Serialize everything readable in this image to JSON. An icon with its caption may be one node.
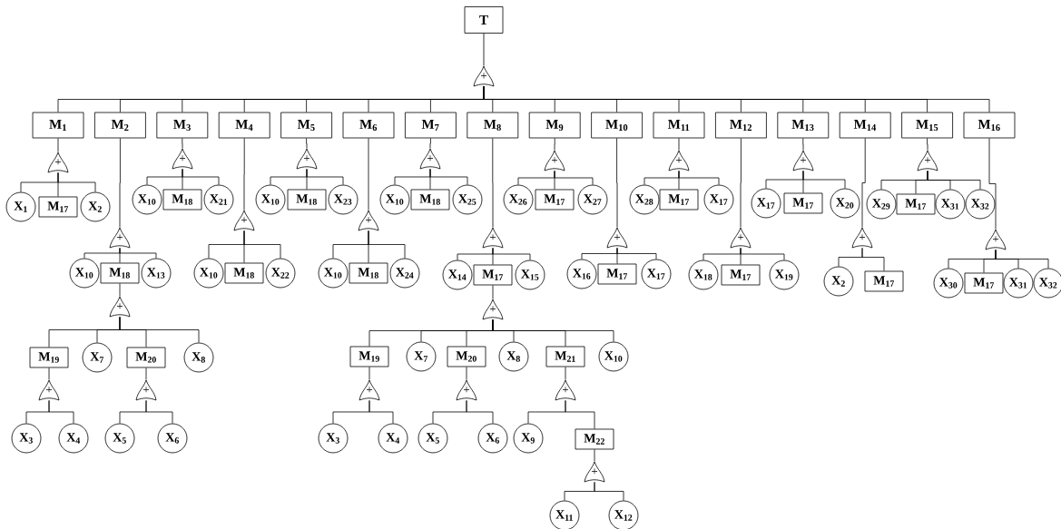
{
  "diagram": {
    "nodes": [
      {
        "text": [
          "T"
        ]
      },
      {
        "text": [
          "+"
        ]
      },
      {
        "text": [
          "M$_{1}$"
        ]
      },
      {
        "text": [
          "M$_{2}$"
        ]
      },
      {
        "text": [
          "M$_{3}$"
        ]
      },
      {
        "text": [
          "M$_{4}$"
        ]
      },
      {
        "text": [
          "M$_{5}$"
        ]
      },
      {
        "text": [
          "M$_{6}$"
        ]
      },
      {
        "text": [
          "M$_{7}$"
        ]
      },
      {
        "text": [
          "M$_{8}$"
        ]
      },
      {
        "text": [
          "M$_{9}$"
        ]
      },
      {
        "text": [
          "M$_{10}$"
        ]
      },
      {
        "text": [
          "M$_{11}$"
        ]
      },
      {
        "text": [
          "M$_{12}$"
        ]
      },
      {
        "text": [
          "M$_{13}$"
        ]
      },
      {
        "text": [
          "M$_{14}$"
        ]
      },
      {
        "text": [
          "M$_{15}$"
        ]
      },
      {
        "text": [
          "M$_{16}$"
        ]
      },
      {
        "text": [
          "+"
        ]
      },
      {
        "text": [
          "X$_{1}$"
        ]
      },
      {
        "text": [
          "M$_{17}$"
        ]
      },
      {
        "text": [
          "X$_{2}$"
        ]
      },
      {
        "text": [
          "+"
        ]
      },
      {
        "text": [
          "X$_{10}$"
        ]
      },
      {
        "text": [
          "M$_{18}$"
        ]
      },
      {
        "text": [
          "X$_{13}$"
        ]
      },
      {
        "text": [
          "+"
        ]
      },
      {
        "text": [
          "M$_{19}$"
        ]
      },
      {
        "text": [
          "X$_{7}$"
        ]
      },
      {
        "text": [
          "M$_{20}$"
        ]
      },
      {
        "text": [
          "X$_{8}$"
        ]
      },
      {
        "text": [
          "+"
        ]
      },
      {
        "text": [
          "X$_{3}$"
        ]
      },
      {
        "text": [
          "X$_{4}$"
        ]
      },
      {
        "text": [
          "+"
        ]
      },
      {
        "text": [
          "X$_{5}$"
        ]
      },
      {
        "text": [
          "X$_{6}$"
        ]
      },
      {
        "text": [
          "+"
        ]
      },
      {
        "text": [
          "X$_{10}$"
        ]
      },
      {
        "text": [
          "M$_{18}$"
        ]
      },
      {
        "text": [
          "X$_{21}$"
        ]
      },
      {
        "text": [
          "+"
        ]
      },
      {
        "text": [
          "X$_{10}$"
        ]
      },
      {
        "text": [
          "M$_{18}$"
        ]
      },
      {
        "text": [
          "X$_{22}$"
        ]
      },
      {
        "text": [
          "+"
        ]
      },
      {
        "text": [
          "X$_{10}$"
        ]
      },
      {
        "text": [
          "M$_{18}$"
        ]
      },
      {
        "text": [
          "X$_{23}$"
        ]
      },
      {
        "text": [
          "+"
        ]
      },
      {
        "text": [
          "X$_{10}$"
        ]
      },
      {
        "text": [
          "M$_{18}$"
        ]
      },
      {
        "text": [
          "X$_{24}$"
        ]
      },
      {
        "text": [
          "+"
        ]
      },
      {
        "text": [
          "X$_{10}$"
        ]
      },
      {
        "text": [
          "M$_{18}$"
        ]
      },
      {
        "text": [
          "X$_{25}$"
        ]
      },
      {
        "text": [
          "+"
        ]
      },
      {
        "text": [
          "X$_{14}$"
        ]
      },
      {
        "text": [
          "M$_{17}$"
        ]
      },
      {
        "text": [
          "X$_{15}$"
        ]
      },
      {
        "text": [
          "+"
        ]
      },
      {
        "text": [
          "M$_{19}$"
        ]
      },
      {
        "text": [
          "X$_{7}$"
        ]
      },
      {
        "text": [
          "M$_{20}$"
        ]
      },
      {
        "text": [
          "X$_{8}$"
        ]
      },
      {
        "text": [
          "M$_{21}$"
        ]
      },
      {
        "text": [
          "X$_{10}$"
        ]
      },
      {
        "text": [
          "+"
        ]
      },
      {
        "text": [
          "X$_{3}$"
        ]
      },
      {
        "text": [
          "X$_{4}$"
        ]
      },
      {
        "text": [
          "+"
        ]
      },
      {
        "text": [
          "X$_{5}$"
        ]
      },
      {
        "text": [
          "X$_{6}$"
        ]
      },
      {
        "text": [
          "+"
        ]
      },
      {
        "text": [
          "X$_{9}$"
        ]
      },
      {
        "text": [
          "M$_{22}$"
        ]
      },
      {
        "text": [
          "+"
        ]
      },
      {
        "text": [
          "X$_{11}$"
        ]
      },
      {
        "text": [
          "X$_{12}$"
        ]
      },
      {
        "text": [
          "+"
        ]
      },
      {
        "text": [
          "X$_{26}$"
        ]
      },
      {
        "text": [
          "M$_{17}$"
        ]
      },
      {
        "text": [
          "X$_{27}$"
        ]
      },
      {
        "text": [
          "+"
        ]
      },
      {
        "text": [
          "X$_{16}$"
        ]
      },
      {
        "text": [
          "M$_{17}$"
        ]
      },
      {
        "text": [
          "X$_{17}$"
        ]
      },
      {
        "text": [
          "+"
        ]
      },
      {
        "text": [
          "X$_{28}$"
        ]
      },
      {
        "text": [
          "M$_{17}$"
        ]
      },
      {
        "text": [
          "X$_{17}$"
        ]
      },
      {
        "text": [
          "+"
        ]
      },
      {
        "text": [
          "X$_{18}$"
        ]
      },
      {
        "text": [
          "M$_{17}$"
        ]
      },
      {
        "text": [
          "X$_{19}$"
        ]
      },
      {
        "text": [
          "+"
        ]
      },
      {
        "text": [
          "X$_{17}$"
        ]
      },
      {
        "text": [
          "M$_{17}$"
        ]
      },
      {
        "text": [
          "X$_{20}$"
        ]
      },
      {
        "text": [
          "+"
        ]
      },
      {
        "text": [
          "X$_{2}$"
        ]
      },
      {
        "text": [
          "M$_{17}$"
        ]
      },
      {
        "text": [
          "+"
        ]
      },
      {
        "text": [
          "X$_{29}$"
        ]
      },
      {
        "text": [
          "M$_{17}$"
        ]
      },
      {
        "text": [
          "X$_{31}$"
        ]
      },
      {
        "text": [
          "X$_{32}$"
        ]
      },
      {
        "text": [
          "+"
        ]
      },
      {
        "text": [
          "X$_{30}$"
        ]
      },
      {
        "text": [
          "M$_{17}$"
        ]
      },
      {
        "text": [
          "X$_{31}$"
        ]
      },
      {
        "text": [
          "X$_{32}$"
        ]
      }
    ],
    "edges": [
      {
        "from": 0,
        "to": 1,
        "arrow": "none"
      },
      {
        "from": 1,
        "to": 2,
        "arrow": "none"
      },
      {
        "from": 1,
        "to": 3,
        "arrow": "none"
      },
      {
        "from": 1,
        "to": 4,
        "arrow": "none"
      },
      {
        "from": 1,
        "to": 5,
        "arrow": "none"
      },
      {
        "from": 1,
        "to": 6,
        "arrow": "none"
      },
      {
        "from": 1,
        "to": 7,
        "arrow": "none"
      },
      {
        "from": 1,
        "to": 8,
        "arrow": "none"
      },
      {
        "from": 1,
        "to": 9,
        "arrow": "none"
      },
      {
        "from": 1,
        "to": 10,
        "arrow": "none"
      },
      {
        "from": 1,
        "to": 11,
        "arrow": "none"
      },
      {
        "from": 1,
        "to": 12,
        "arrow": "none"
      },
      {
        "from": 1,
        "to": 13,
        "arrow": "none"
      },
      {
        "from": 1,
        "to": 14,
        "arrow": "none"
      },
      {
        "from": 1,
        "to": 15,
        "arrow": "none"
      },
      {
        "from": 1,
        "to": 16,
        "arrow": "none"
      },
      {
        "from": 1,
        "to": 17,
        "arrow": "none"
      },
      {
        "from": 2,
        "to": 18,
        "arrow": "none"
      },
      {
        "from": 18,
        "to": 19,
        "arrow": "none"
      },
      {
        "from": 18,
        "to": 20,
        "arrow": "none"
      },
      {
        "from": 18,
        "to": 21,
        "arrow": "none"
      },
      {
        "from": 3,
        "to": 22,
        "arrow": "none"
      },
      {
        "from": 22,
        "to": 23,
        "arrow": "none"
      },
      {
        "from": 22,
        "to": 24,
        "arrow": "none"
      },
      {
        "from": 22,
        "to": 25,
        "arrow": "none"
      },
      {
        "from": 24,
        "to": 26,
        "arrow": "none"
      },
      {
        "from": 26,
        "to": 27,
        "arrow": "none"
      },
      {
        "from": 26,
        "to": 28,
        "arrow": "none"
      },
      {
        "from": 26,
        "to": 29,
        "arrow": "none"
      },
      {
        "from": 26,
        "to": 30,
        "arrow": "none"
      },
      {
        "from": 27,
        "to": 31,
        "arrow": "none"
      },
      {
        "from": 31,
        "to": 32,
        "arrow": "none"
      },
      {
        "from": 31,
        "to": 33,
        "arrow": "none"
      },
      {
        "from": 29,
        "to": 34,
        "arrow": "none"
      },
      {
        "from": 34,
        "to": 35,
        "arrow": "none"
      },
      {
        "from": 34,
        "to": 36,
        "arrow": "none"
      },
      {
        "from": 4,
        "to": 37,
        "arrow": "none"
      },
      {
        "from": 37,
        "to": 38,
        "arrow": "none"
      },
      {
        "from": 37,
        "to": 39,
        "arrow": "none"
      },
      {
        "from": 37,
        "to": 40,
        "arrow": "none"
      },
      {
        "from": 5,
        "to": 41,
        "arrow": "none"
      },
      {
        "from": 41,
        "to": 42,
        "arrow": "none"
      },
      {
        "from": 41,
        "to": 43,
        "arrow": "none"
      },
      {
        "from": 41,
        "to": 44,
        "arrow": "none"
      },
      {
        "from": 6,
        "to": 45,
        "arrow": "none"
      },
      {
        "from": 45,
        "to": 46,
        "arrow": "none"
      },
      {
        "from": 45,
        "to": 47,
        "arrow": "none"
      },
      {
        "from": 45,
        "to": 48,
        "arrow": "none"
      },
      {
        "from": 7,
        "to": 49,
        "arrow": "none"
      },
      {
        "from": 49,
        "to": 50,
        "arrow": "none"
      },
      {
        "from": 49,
        "to": 51,
        "arrow": "none"
      },
      {
        "from": 49,
        "to": 52,
        "arrow": "none"
      },
      {
        "from": 8,
        "to": 53,
        "arrow": "none"
      },
      {
        "from": 53,
        "to": 54,
        "arrow": "none"
      },
      {
        "from": 53,
        "to": 55,
        "arrow": "none"
      },
      {
        "from": 53,
        "to": 56,
        "arrow": "none"
      },
      {
        "from": 9,
        "to": 57,
        "arrow": "none"
      },
      {
        "from": 57,
        "to": 58,
        "arrow": "none"
      },
      {
        "from": 57,
        "to": 59,
        "arrow": "none"
      },
      {
        "from": 57,
        "to": 60,
        "arrow": "none"
      },
      {
        "from": 59,
        "to": 61,
        "arrow": "none"
      },
      {
        "from": 61,
        "to": 62,
        "arrow": "none"
      },
      {
        "from": 61,
        "to": 63,
        "arrow": "none"
      },
      {
        "from": 61,
        "to": 64,
        "arrow": "none"
      },
      {
        "from": 61,
        "to": 65,
        "arrow": "none"
      },
      {
        "from": 61,
        "to": 66,
        "arrow": "none"
      },
      {
        "from": 61,
        "to": 67,
        "arrow": "none"
      },
      {
        "from": 62,
        "to": 68,
        "arrow": "none"
      },
      {
        "from": 68,
        "to": 69,
        "arrow": "none"
      },
      {
        "from": 68,
        "to": 70,
        "arrow": "none"
      },
      {
        "from": 64,
        "to": 71,
        "arrow": "none"
      },
      {
        "from": 71,
        "to": 72,
        "arrow": "none"
      },
      {
        "from": 71,
        "to": 73,
        "arrow": "none"
      },
      {
        "from": 66,
        "to": 74,
        "arrow": "none"
      },
      {
        "from": 74,
        "to": 75,
        "arrow": "none"
      },
      {
        "from": 74,
        "to": 76,
        "arrow": "none"
      },
      {
        "from": 76,
        "to": 77,
        "arrow": "none"
      },
      {
        "from": 77,
        "to": 78,
        "arrow": "none"
      },
      {
        "from": 77,
        "to": 79,
        "arrow": "none"
      },
      {
        "from": 10,
        "to": 80,
        "arrow": "none"
      },
      {
        "from": 80,
        "to": 81,
        "arrow": "none"
      },
      {
        "from": 80,
        "to": 82,
        "arrow": "none"
      },
      {
        "from": 80,
        "to": 83,
        "arrow": "none"
      },
      {
        "from": 11,
        "to": 84,
        "arrow": "none"
      },
      {
        "from": 84,
        "to": 85,
        "arrow": "none"
      },
      {
        "from": 84,
        "to": 86,
        "arrow": "none"
      },
      {
        "from": 84,
        "to": 87,
        "arrow": "none"
      },
      {
        "from": 12,
        "to": 88,
        "arrow": "none"
      },
      {
        "from": 88,
        "to": 89,
        "arrow": "none"
      },
      {
        "from": 88,
        "to": 90,
        "arrow": "none"
      },
      {
        "from": 88,
        "to": 91,
        "arrow": "none"
      },
      {
        "from": 13,
        "to": 92,
        "arrow": "none"
      },
      {
        "from": 92,
        "to": 93,
        "arrow": "none"
      },
      {
        "from": 92,
        "to": 94,
        "arrow": "none"
      },
      {
        "from": 92,
        "to": 95,
        "arrow": "none"
      },
      {
        "from": 14,
        "to": 96,
        "arrow": "none"
      },
      {
        "from": 96,
        "to": 97,
        "arrow": "none"
      },
      {
        "from": 96,
        "to": 98,
        "arrow": "none"
      },
      {
        "from": 96,
        "to": 99,
        "arrow": "none"
      },
      {
        "from": 15,
        "to": 100,
        "arrow": "none"
      },
      {
        "from": 100,
        "to": 101,
        "arrow": "none"
      },
      {
        "from": 100,
        "to": 102,
        "arrow": "none"
      },
      {
        "from": 16,
        "to": 103,
        "arrow": "none"
      },
      {
        "from": 103,
        "to": 104,
        "arrow": "none"
      },
      {
        "from": 103,
        "to": 105,
        "arrow": "none"
      },
      {
        "from": 103,
        "to": 106,
        "arrow": "none"
      },
      {
        "from": 103,
        "to": 107,
        "arrow": "none"
      },
      {
        "from": 17,
        "to": 108,
        "arrow": "none"
      },
      {
        "from": 108,
        "to": 109,
        "arrow": "none"
      },
      {
        "from": 108,
        "to": 110,
        "arrow": "none"
      },
      {
        "from": 108,
        "to": 111,
        "arrow": "none"
      },
      {
        "from": 108,
        "to": 112,
        "arrow": "none"
      }
    ]
  }
}
